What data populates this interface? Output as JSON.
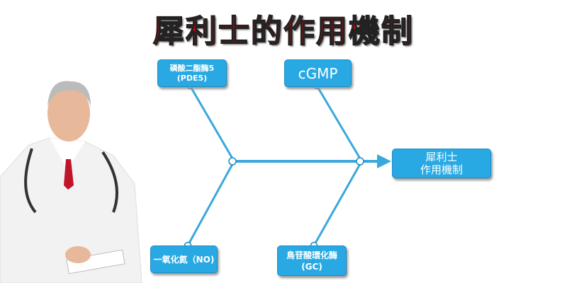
{
  "title": "犀利士的作用機制",
  "nodes": {
    "pde5": {
      "line1": "磷酸二酯酶5",
      "line2": "(PDE5)"
    },
    "cgmp": {
      "line1": "cGMP"
    },
    "no": {
      "line1": "一氧化氮（NO)"
    },
    "gc": {
      "line1": "鳥苷酸環化酶",
      "line2": "(GC)"
    },
    "result": {
      "line1": "犀利士",
      "line2": "作用機制"
    }
  },
  "colors": {
    "box": "#29a9e3",
    "line": "#3aa8dc",
    "title": "#e00000"
  }
}
